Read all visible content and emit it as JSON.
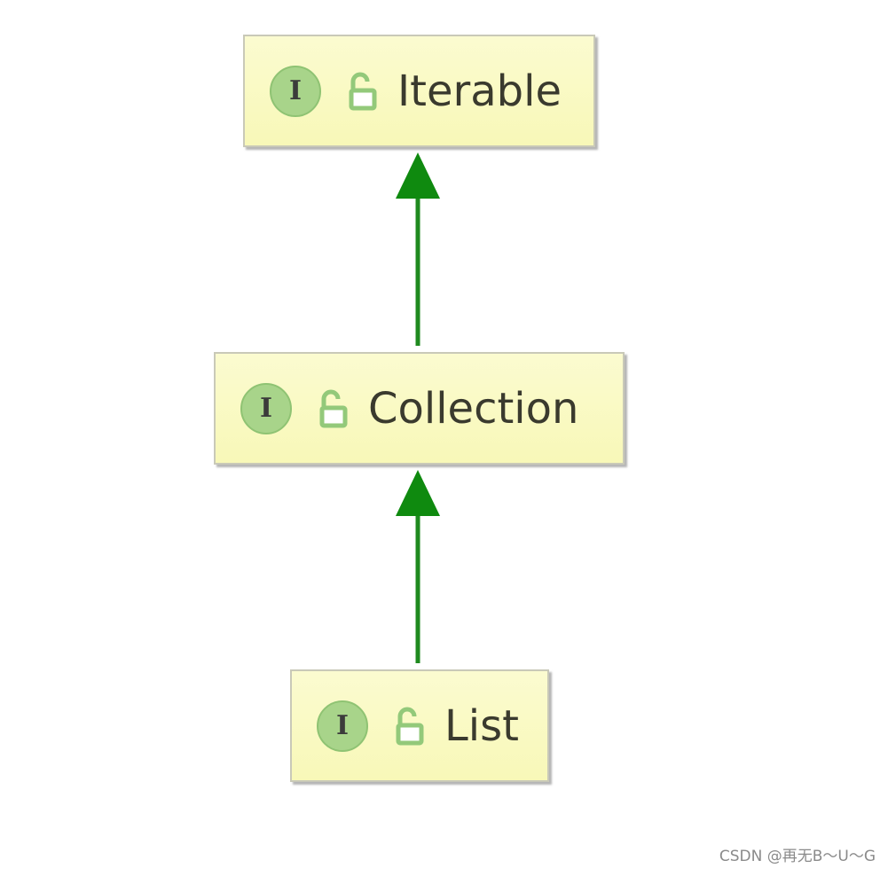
{
  "diagram": {
    "nodes": [
      {
        "id": "iterable",
        "badge": "I",
        "label": "Iterable",
        "icon": "unlocked-padlock-icon"
      },
      {
        "id": "collection",
        "badge": "I",
        "label": "Collection",
        "icon": "unlocked-padlock-icon"
      },
      {
        "id": "list",
        "badge": "I",
        "label": "List",
        "icon": "unlocked-padlock-icon"
      }
    ],
    "edges": [
      {
        "from": "collection",
        "to": "iterable",
        "type": "extends"
      },
      {
        "from": "list",
        "to": "collection",
        "type": "extends"
      }
    ]
  },
  "colors": {
    "node_fill": "#f8f8b8",
    "badge_fill": "#a8d48a",
    "arrow": "#1f8a1f"
  },
  "watermark": "CSDN @再无B～U～G"
}
